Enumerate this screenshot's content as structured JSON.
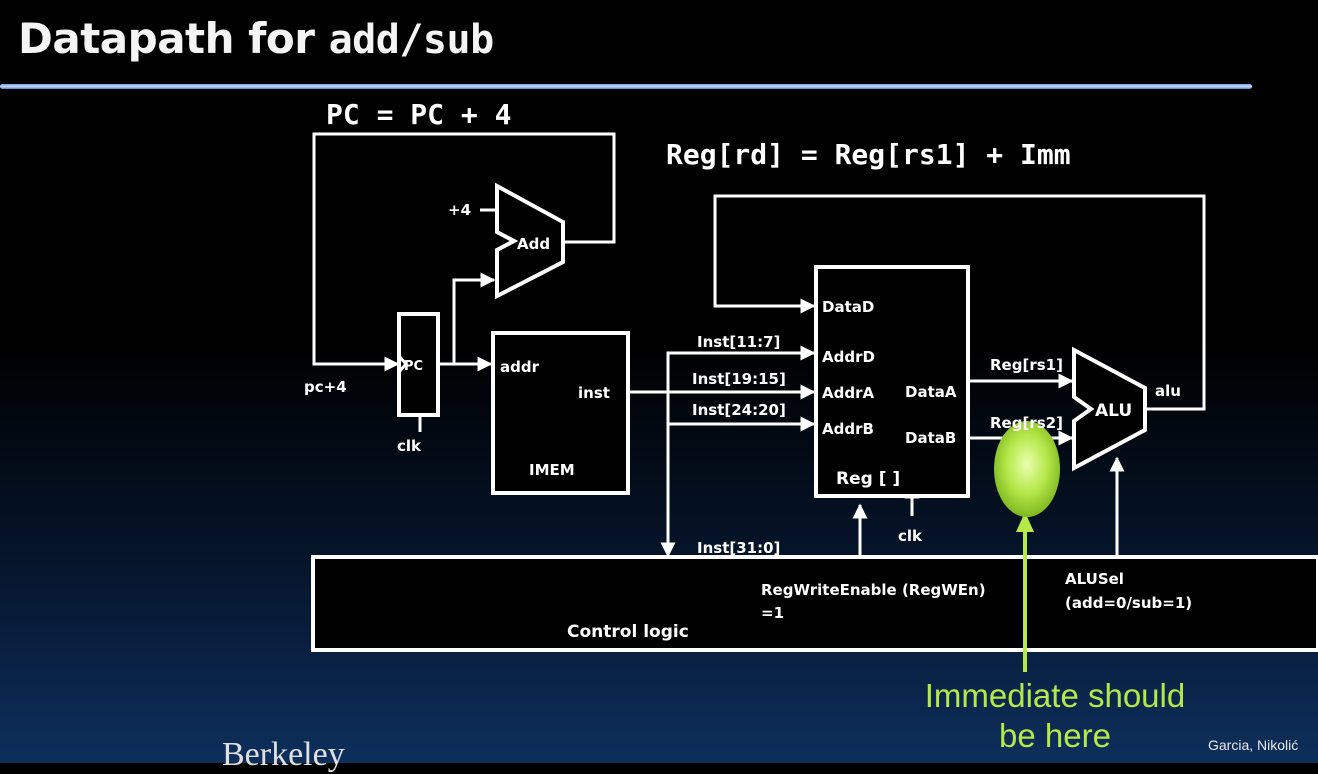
{
  "slide": {
    "title_text": "Datapath for ",
    "title_code": "add/sub",
    "pc_equation": "PC = PC + 4",
    "reg_equation": "Reg[rd] = Reg[rs1] + Imm",
    "callout": [
      "Immediate should",
      "be here"
    ],
    "author": "Garcia, Nikolić",
    "brand": "Berkeley"
  },
  "labels": {
    "plus4": "+4",
    "add": "Add",
    "pc": "PC",
    "pc_plus4": "pc+4",
    "clk": "clk",
    "addr": "addr",
    "inst": "inst",
    "imem": "IMEM",
    "inst_11_7": "Inst[11:7]",
    "inst_19_15": "Inst[19:15]",
    "inst_24_20": "Inst[24:20]",
    "inst_31_0": "Inst[31:0]",
    "datad": "DataD",
    "addrd": "AddrD",
    "addra": "AddrA",
    "addrb": "AddrB",
    "dataa": "DataA",
    "datab": "DataB",
    "reg": "Reg [ ]",
    "reg_clk": "clk",
    "reg_rs1": "Reg[rs1]",
    "reg_rs2": "Reg[rs2]",
    "alu": "ALU",
    "alu_out": "alu",
    "control": "Control logic",
    "regwen_1": "RegWriteEnable (RegWEn)",
    "regwen_2": "=1",
    "alusel_1": "ALUSel",
    "alusel_2": "(add=0/sub=1)"
  },
  "colors": {
    "wire": "#ffffff",
    "highlight": "#b5e84a",
    "rule": "#6fa0e6"
  }
}
